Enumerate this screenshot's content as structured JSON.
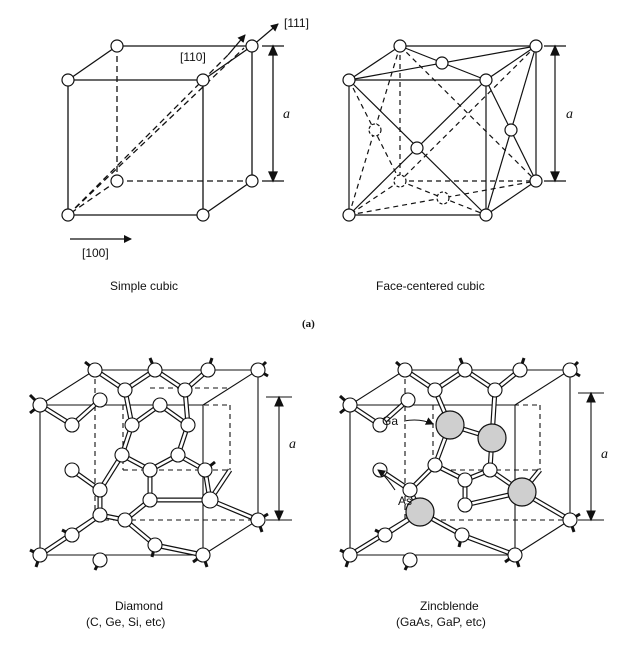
{
  "panel_a": {
    "label": "(a)",
    "simple_cubic": {
      "caption": "Simple cubic",
      "dir_111": "[111]",
      "dir_110": "[110]",
      "dir_100": "[100]",
      "lattice_constant": "a"
    },
    "fcc": {
      "caption": "Face-centered cubic",
      "lattice_constant": "a"
    }
  },
  "panel_b": {
    "diamond": {
      "caption_line1": "Diamond",
      "caption_line2": "(C, Ge, Si, etc)",
      "lattice_constant": "a"
    },
    "zincblende": {
      "caption_line1": "Zincblende",
      "caption_line2": "(GaAs, GaP, etc)",
      "label_ga": "Ga",
      "label_as": "As",
      "lattice_constant": "a"
    }
  },
  "colors": {
    "line": "#111111",
    "atom_fill": "#ffffff",
    "ga_fill": "#cfcfcf"
  }
}
